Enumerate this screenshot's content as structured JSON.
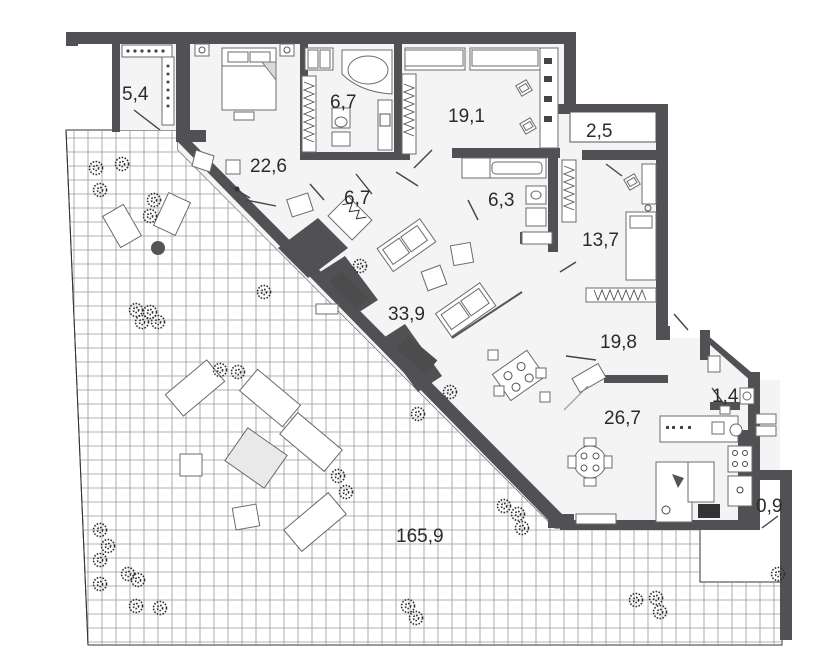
{
  "plan": {
    "colors": {
      "wall": "#505055",
      "floor": "#f4f4f4",
      "terrace": "#ffffff",
      "grid": "#9a9a9a",
      "label": "#2b2b2b"
    },
    "rooms": [
      {
        "id": "storage",
        "area": "5,4"
      },
      {
        "id": "bedroom-1",
        "area": "22,6"
      },
      {
        "id": "bathroom-1",
        "area": "6,7"
      },
      {
        "id": "hall-1",
        "area": "6,7"
      },
      {
        "id": "bedroom-2",
        "area": "19,1"
      },
      {
        "id": "balcony",
        "area": "2,5"
      },
      {
        "id": "bathroom-2",
        "area": "6,3"
      },
      {
        "id": "bedroom-3",
        "area": "13,7"
      },
      {
        "id": "living",
        "area": "33,9"
      },
      {
        "id": "hall-2",
        "area": "19,8"
      },
      {
        "id": "wc",
        "area": "1,4"
      },
      {
        "id": "kitchen-dining",
        "area": "26,7"
      },
      {
        "id": "loggia",
        "area": "0,9"
      },
      {
        "id": "terrace",
        "area": "165,9"
      }
    ],
    "icons": {
      "tree": "tree-icon",
      "bed": "bed-icon",
      "sofa": "sofa-icon",
      "armchair": "armchair-icon",
      "dining_table": "dining-table-icon",
      "bathtub": "bathtub-icon",
      "toilet": "toilet-icon",
      "sink": "sink-icon",
      "stove": "stove-icon",
      "fireplace": "fireplace-icon"
    }
  }
}
